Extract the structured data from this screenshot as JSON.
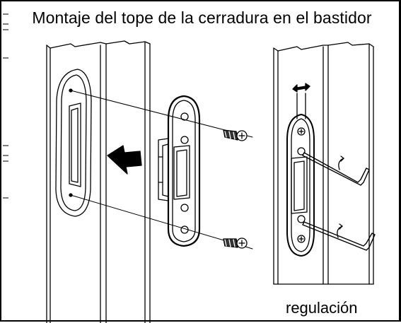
{
  "diagram": {
    "title": "Montaje del tope de la cerradura en el bastidor",
    "caption": "regulación",
    "icons": [
      "frame-profile-left",
      "strike-plate",
      "screw-top",
      "screw-bottom",
      "insertion-arrow",
      "frame-profile-right",
      "adjustment-arrow",
      "hex-key-top",
      "hex-key-bottom"
    ]
  }
}
